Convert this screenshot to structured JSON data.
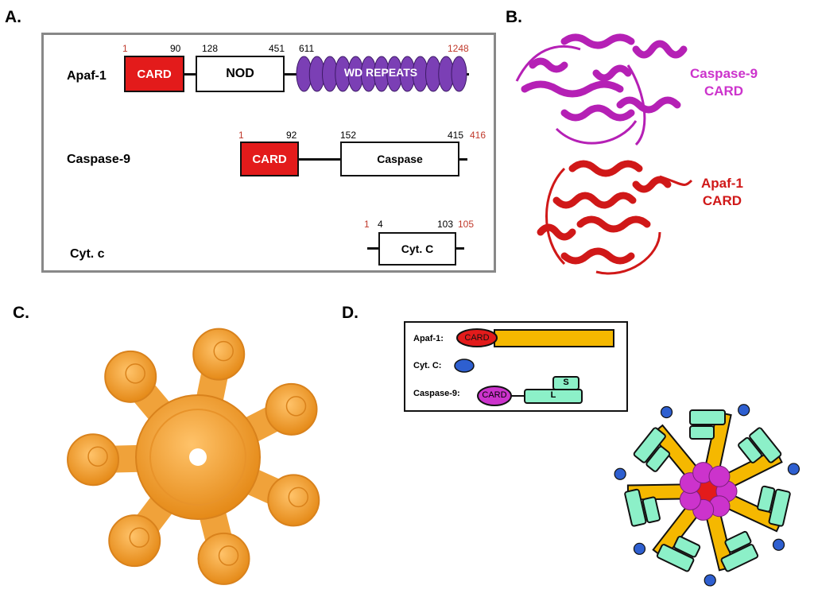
{
  "panels": {
    "a": "A.",
    "b": "B.",
    "c": "C.",
    "d": "D."
  },
  "panel_a": {
    "apaf1": {
      "name": "Apaf-1",
      "card_label": "CARD",
      "nod_label": "NOD",
      "wd_label": "WD REPEATS",
      "n1": "1",
      "n90": "90",
      "n128": "128",
      "n451": "451",
      "n611": "611",
      "n1248": "1248"
    },
    "casp9": {
      "name": "Caspase-9",
      "card_label": "CARD",
      "casp_label": "Caspase",
      "n1": "1",
      "n92": "92",
      "n152": "152",
      "n415": "415",
      "n416": "416"
    },
    "cytc": {
      "name": "Cyt. c",
      "box_label": "Cyt. C",
      "n1": "1",
      "n4": "4",
      "n103": "103",
      "n105": "105"
    }
  },
  "panel_b": {
    "casp9_card_line1": "Caspase-9",
    "casp9_card_line2": "CARD",
    "apaf1_card_line1": "Apaf-1",
    "apaf1_card_line2": "CARD"
  },
  "panel_d": {
    "legend_apaf1": "Apaf-1:",
    "legend_apaf1_card": "CARD",
    "legend_cytc": "Cyt. C:",
    "legend_casp9": "Caspase-9:",
    "legend_casp9_card": "CARD",
    "legend_s": "S",
    "legend_l": "L"
  },
  "colors": {
    "card_red": "#e31b1b",
    "wd_purple": "#7b3fb5",
    "caspase9_magenta": "#cc33cc",
    "apaf_yellow": "#f5b800",
    "cytc_blue": "#2e5fd0",
    "caspase_green": "#8cf0c8",
    "cryo_orange": "#f5a030"
  }
}
